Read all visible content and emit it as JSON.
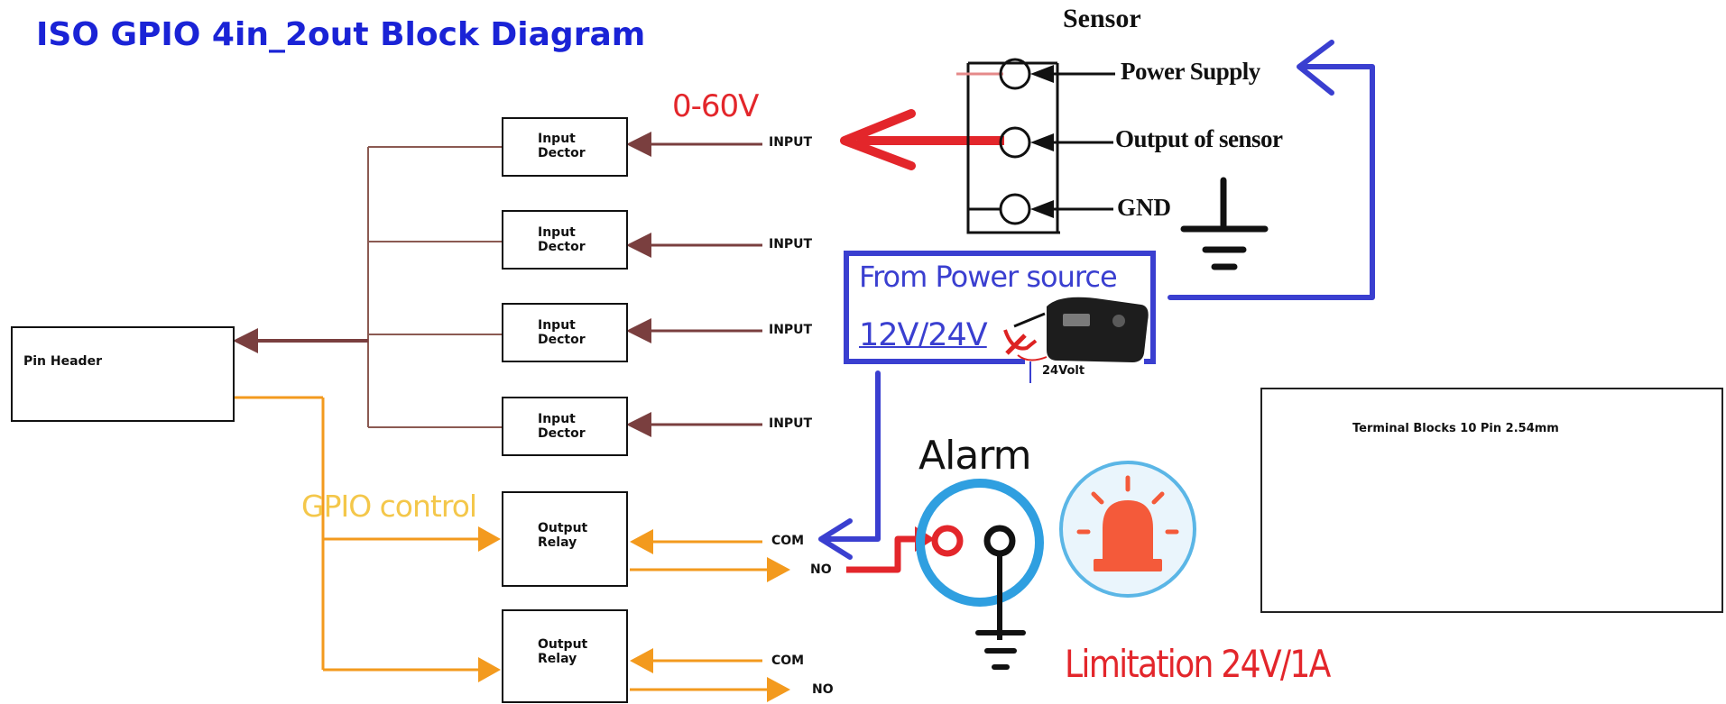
{
  "title": "ISO GPIO 4in_2out Block Diagram",
  "pin_header": {
    "label": "Pin Header"
  },
  "input_blocks": [
    {
      "label": "Input\nDector",
      "signal": "INPUT"
    },
    {
      "label": "Input\nDector",
      "signal": "INPUT"
    },
    {
      "label": "Input\nDector",
      "signal": "INPUT"
    },
    {
      "label": "Input\nDector",
      "signal": "INPUT"
    }
  ],
  "output_blocks": [
    {
      "label": "Output\nRelay",
      "com": "COM",
      "no": "NO"
    },
    {
      "label": "Output\nRelay",
      "com": "COM",
      "no": "NO"
    }
  ],
  "gpio_control_label": "GPIO control",
  "voltage_range": "0-60V",
  "sensor": {
    "title": "Sensor",
    "power_supply": "Power Supply",
    "output": "Output of sensor",
    "gnd": "GND"
  },
  "power_source": {
    "title": "From Power source",
    "voltage": "12V/24V",
    "device_label": "24Volt"
  },
  "alarm": {
    "label": "Alarm"
  },
  "limitation": "Limitation 24V/1A",
  "terminal_blocks": {
    "label": "Terminal Blocks 10 Pin 2.54mm"
  },
  "colors": {
    "title": "#1a23d6",
    "tree_line": "#8b5a52",
    "arrow_brown": "#7a3f3f",
    "orange": "#f39a1e",
    "red": "#e3262b",
    "blue": "#3a3fd0",
    "alarm_ring": "#2f9fe0"
  },
  "icons": [
    "pin-header-connector-icon",
    "ground-symbol-icon",
    "battery-charger-icon",
    "alarm-bell-icon",
    "siren-icon",
    "terminal-block-image"
  ]
}
